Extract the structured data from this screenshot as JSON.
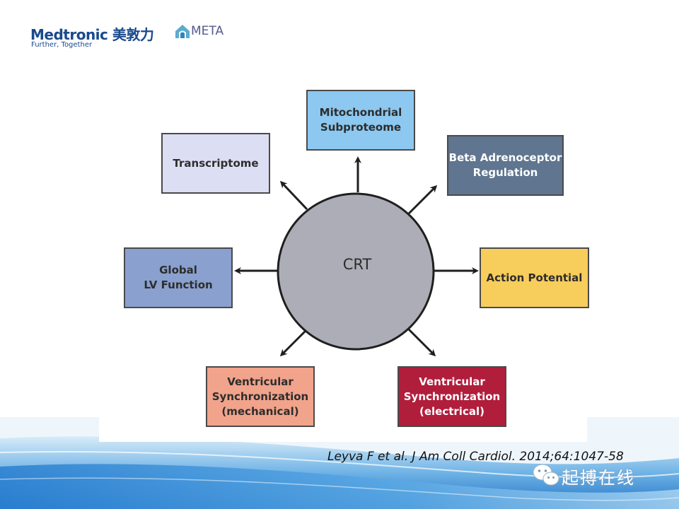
{
  "header": {
    "brand_name": "Medtronic 美敦力",
    "brand_tagline": "Further, Together",
    "partner_name": "META",
    "partner_icon": "house-arch-icon"
  },
  "diagram": {
    "center": {
      "label": "CRT",
      "color": "#adadb7"
    },
    "nodes": [
      {
        "id": "mitochondrial-subproteome",
        "label": "Mitochondrial\nSubproteome",
        "color": "#8cc8ef",
        "text_color": "#2d2d2d"
      },
      {
        "id": "beta-adrenoceptor-regulation",
        "label": "Beta Adrenoceptor\nRegulation",
        "color": "#5f7590",
        "text_color": "#ffffff"
      },
      {
        "id": "action-potential",
        "label": "Action Potential",
        "color": "#f7cd5c",
        "text_color": "#2d2d2d"
      },
      {
        "id": "ventricular-synchronization-electrical",
        "label": "Ventricular\nSynchronization\n(electrical)",
        "color": "#b01e3c",
        "text_color": "#ffffff"
      },
      {
        "id": "ventricular-synchronization-mechanical",
        "label": "Ventricular\nSynchronization\n(mechanical)",
        "color": "#f1a38b",
        "text_color": "#2d2d2d"
      },
      {
        "id": "global-lv-function",
        "label": "Global\nLV Function",
        "color": "#8aa0ce",
        "text_color": "#2d2d2d"
      },
      {
        "id": "transcriptome",
        "label": "Transcriptome",
        "color": "#dcdef3",
        "text_color": "#2d2d2d"
      }
    ]
  },
  "footer": {
    "citation": "Leyva F et al. J Am Coll Cardiol. 2014;64:1047-58",
    "watermark_icon": "wechat-icon",
    "watermark_text": "起搏在线"
  }
}
